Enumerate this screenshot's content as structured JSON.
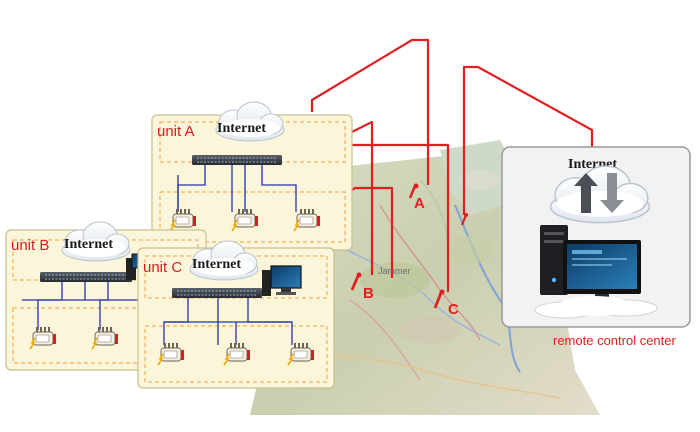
{
  "units": [
    {
      "id": "A",
      "label": "unit A",
      "internet_label": "Internet"
    },
    {
      "id": "B",
      "label": "unit B",
      "internet_label": "Internet"
    },
    {
      "id": "C",
      "label": "unit C",
      "internet_label": "Internet"
    }
  ],
  "map": {
    "markers": [
      {
        "id": "A",
        "label": "A"
      },
      {
        "id": "B",
        "label": "B"
      },
      {
        "id": "C",
        "label": "C"
      },
      {
        "id": "D",
        "label": ""
      }
    ],
    "jammer_label": "Jammer"
  },
  "remote_center": {
    "internet_label": "Internet",
    "caption": "remote control center"
  },
  "colors": {
    "link_red": "#e02020",
    "unit_panel_fill": "#fbf6d9",
    "unit_panel_border": "#c9c08e",
    "inner_dashed": "#f0a040",
    "lan_blue": "#2233aa",
    "unit_label_red": "#d42020",
    "remote_panel_fill": "#f2f2f2",
    "remote_caption_red": "#e02020"
  }
}
